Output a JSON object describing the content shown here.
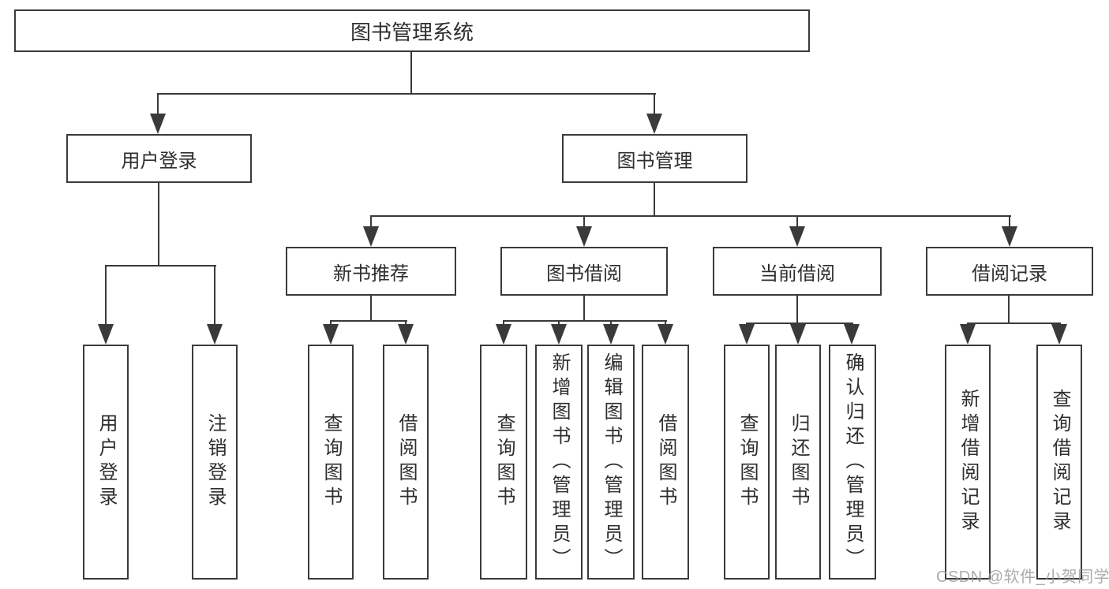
{
  "diagram_title": "图书管理系统",
  "tree": {
    "label": "图书管理系统",
    "children": [
      {
        "label": "用户登录",
        "children": [
          {
            "label": "用户登录"
          },
          {
            "label": "注销登录"
          }
        ]
      },
      {
        "label": "图书管理",
        "children": [
          {
            "label": "新书推荐",
            "children": [
              {
                "label": "查询图书"
              },
              {
                "label": "借阅图书"
              }
            ]
          },
          {
            "label": "图书借阅",
            "children": [
              {
                "label": "查询图书"
              },
              {
                "label": "新增图书（管理员）"
              },
              {
                "label": "编辑图书（管理员）"
              },
              {
                "label": "借阅图书"
              }
            ]
          },
          {
            "label": "当前借阅",
            "children": [
              {
                "label": "查询图书"
              },
              {
                "label": "归还图书"
              },
              {
                "label": "确认归还（管理员）"
              }
            ]
          },
          {
            "label": "借阅记录",
            "children": [
              {
                "label": "新增借阅记录"
              },
              {
                "label": "查询借阅记录"
              }
            ]
          }
        ]
      }
    ]
  },
  "colors": {
    "line": "#3a3a3a",
    "text": "#2e2e2e",
    "watermark": "#969696"
  },
  "watermark": "CSDN @软件_小贺同学"
}
